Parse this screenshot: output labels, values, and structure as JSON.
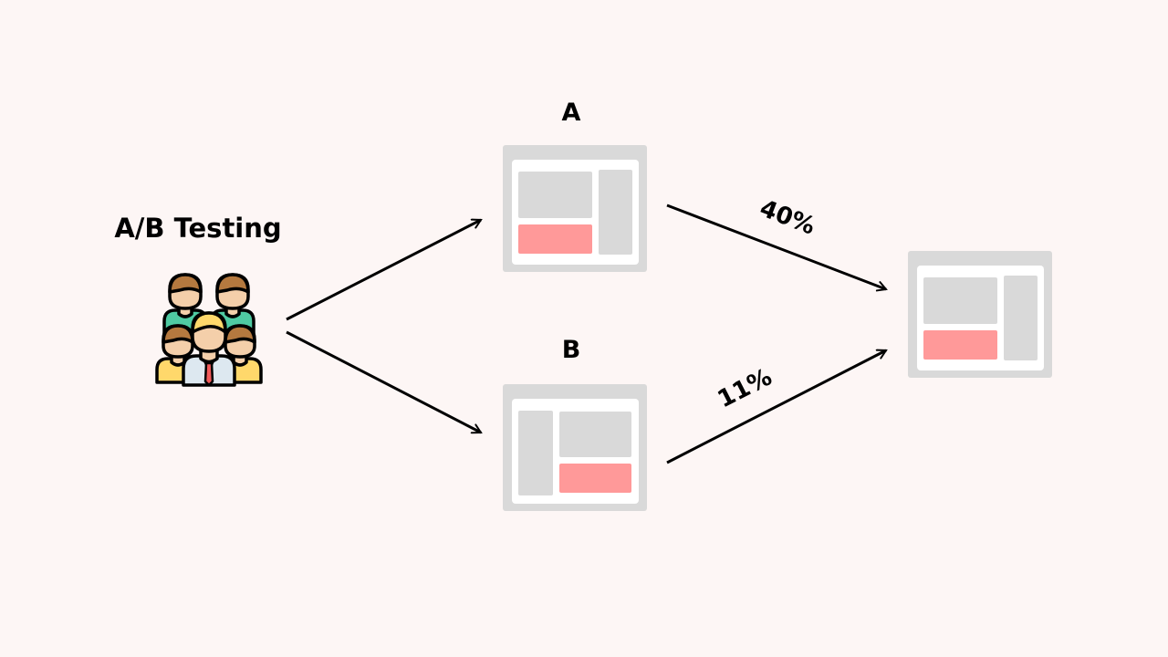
{
  "diagram": {
    "title": "A/B Testing",
    "variant_a_label": "A",
    "variant_b_label": "B",
    "rate_a": "40%",
    "rate_b": "11%"
  },
  "icons": {
    "audience": "group-of-people-icon",
    "arrow": "arrow-icon",
    "variant_a_page": "webpage-layout-icon",
    "variant_b_page": "webpage-layout-icon",
    "result_page": "webpage-layout-icon"
  },
  "colors": {
    "background": "#fdf6f5",
    "page_frame": "#d9d9d9",
    "page_inner": "#ffffff",
    "content_block": "#d9d9d9",
    "call_to_action": "#ff9999",
    "arrow": "#000000",
    "text": "#000000",
    "hair_brown": "#b5793f",
    "hair_blonde": "#ffd86b",
    "skin": "#f4cfaa",
    "shirt_green": "#4fcaa2",
    "shirt_yellow": "#ffd86b",
    "shirt_blue": "#dde8f0",
    "tie_red": "#f15a5a"
  }
}
